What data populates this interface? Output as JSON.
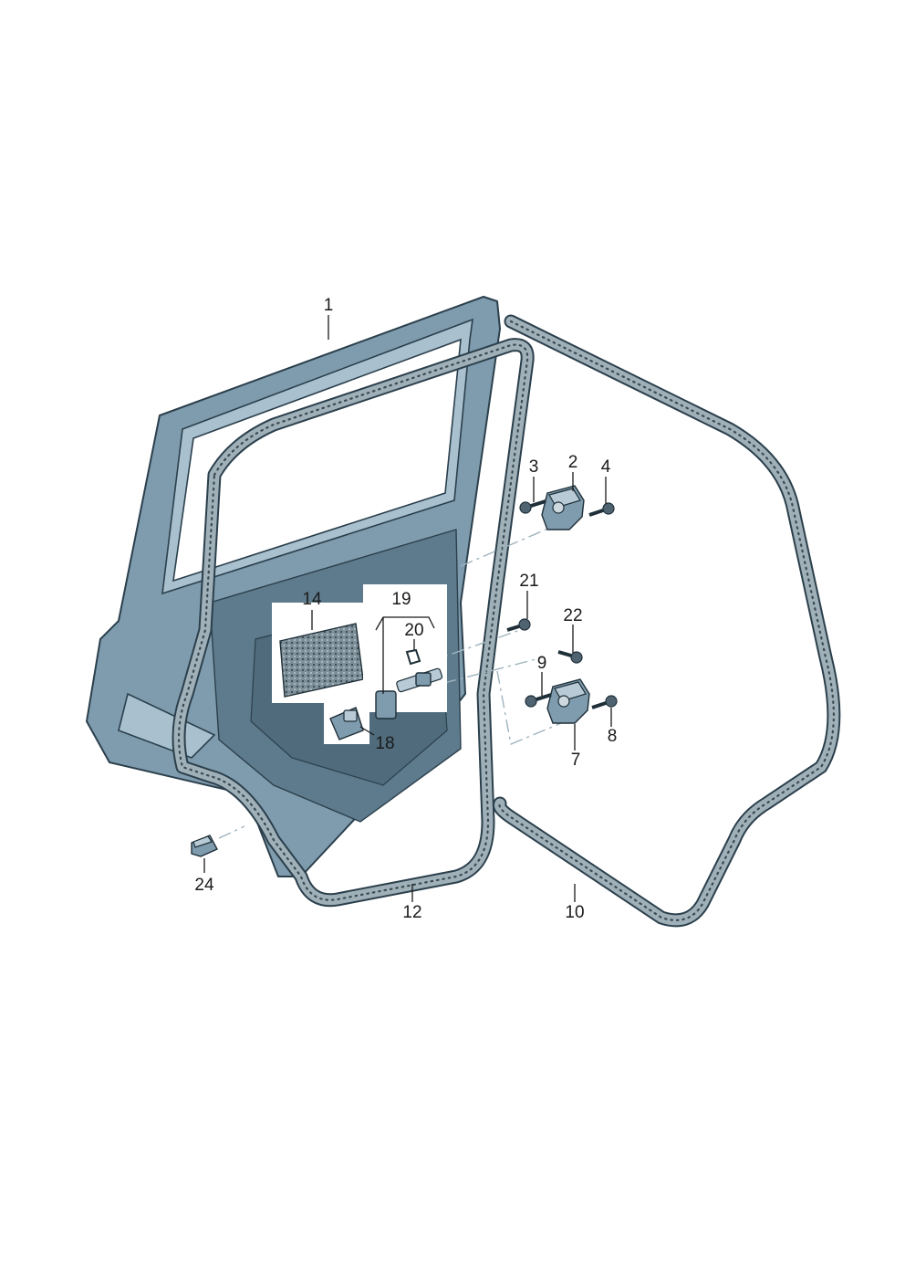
{
  "callouts": {
    "c1": "1",
    "c2": "2",
    "c3": "3",
    "c4": "4",
    "c7": "7",
    "c8": "8",
    "c9": "9",
    "c10": "10",
    "c12": "12",
    "c14": "14",
    "c18": "18",
    "c19": "19",
    "c20": "20",
    "c21": "21",
    "c22": "22",
    "c24": "24"
  },
  "colors": {
    "door_panel": "#7f9cae",
    "seal": "#9fb0b8",
    "outline": "#2b3f4c"
  }
}
